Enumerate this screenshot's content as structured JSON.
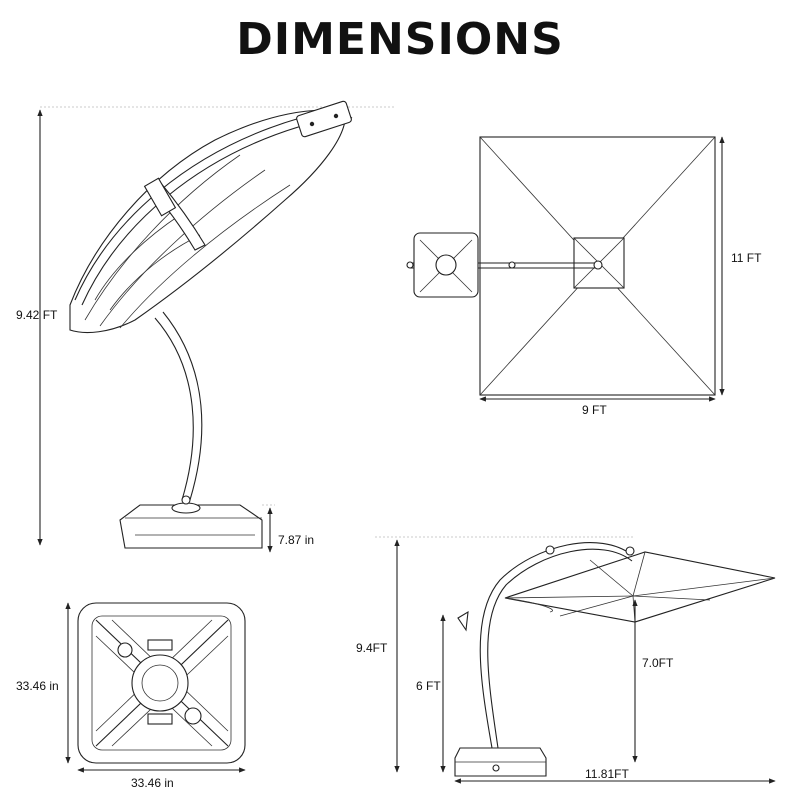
{
  "title": "DIMENSIONS",
  "labels": {
    "side_height": "9.42 FT",
    "base_height": "7.87 in",
    "top_width": "9 FT",
    "top_length": "11 FT",
    "base_side": "33.46 in",
    "base_bottom": "33.46 in",
    "persp_total_height": "9.4FT",
    "persp_pole_height": "6 FT",
    "persp_canopy_clearance": "7.0FT",
    "persp_reach": "11.81FT"
  }
}
